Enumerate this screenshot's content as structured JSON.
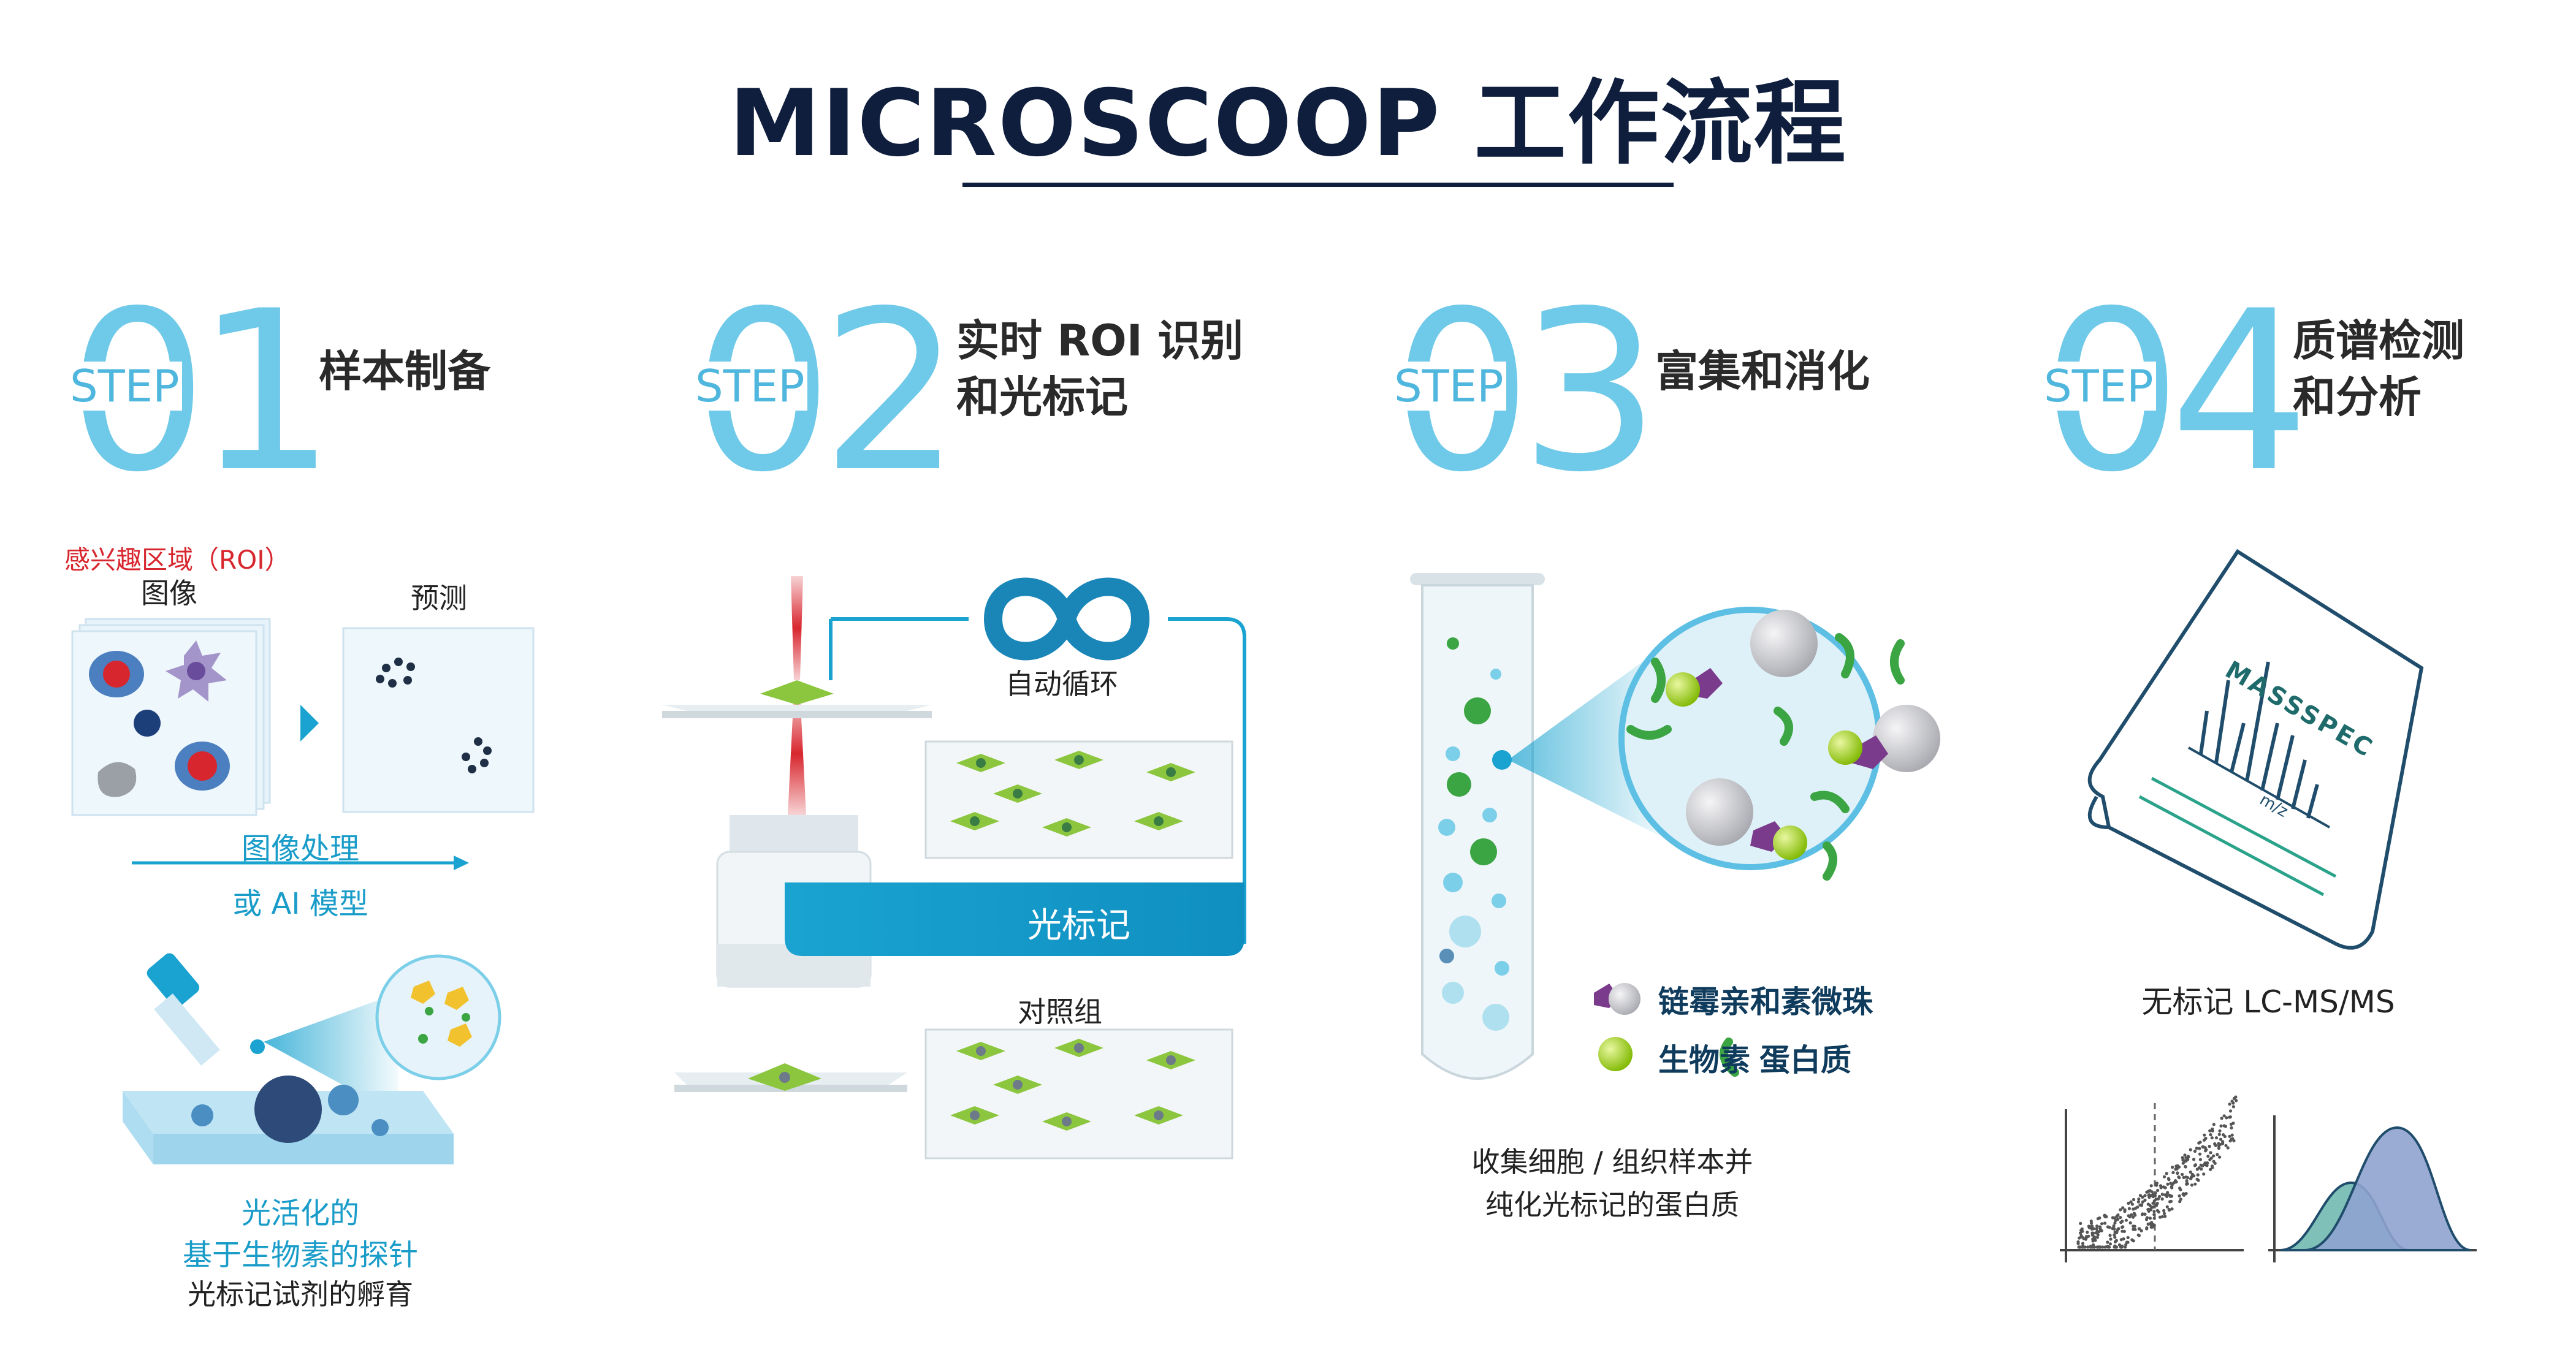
{
  "title": "MICROSCOOP 工作流程",
  "colors": {
    "accent": "#6fc9e8",
    "navy": "#0f1e3d",
    "cyan": "#1aa3d0",
    "green": "#8cc63f",
    "red": "#d8262e"
  },
  "steps": [
    {
      "num": "01",
      "word": "STEP",
      "title_lines": [
        "样本制备"
      ]
    },
    {
      "num": "02",
      "word": "STEP",
      "title_lines": [
        "实时 ROI 识别",
        "和光标记"
      ]
    },
    {
      "num": "03",
      "word": "STEP",
      "title_lines": [
        "富集和消化"
      ]
    },
    {
      "num": "04",
      "word": "STEP",
      "title_lines": [
        "质谱检测",
        "和分析"
      ]
    }
  ],
  "step1": {
    "roi_label": "感兴趣区域（ROI）",
    "image_label": "图像",
    "predict_label": "预测",
    "processing_line1": "图像处理",
    "processing_line2": "或 AI 模型",
    "probe_line1": "光活化的",
    "probe_line2": "基于生物素的探针",
    "probe_line3": "光标记试剂的孵育"
  },
  "step2": {
    "auto_loop": "自动循环",
    "photolabel": "光标记",
    "control": "对照组"
  },
  "step3": {
    "legend_beads": "链霉亲和素微珠",
    "legend_biotin": "生物素",
    "legend_protein": "蛋白质",
    "caption_line1": "收集细胞 / 组织样本并",
    "caption_line2": "纯化光标记的蛋白质"
  },
  "step4": {
    "doc_title": "MASSSPEC",
    "axis_label": "m/z",
    "caption": "无标记 LC-MS/MS"
  }
}
